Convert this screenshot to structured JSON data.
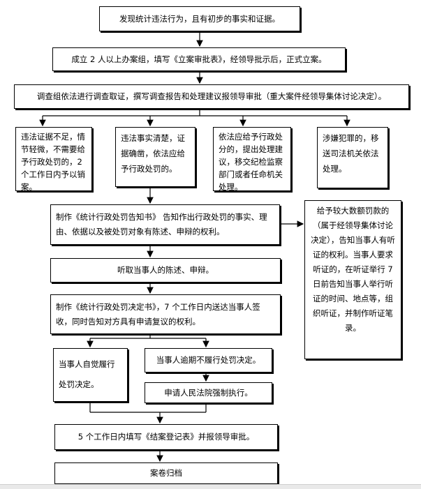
{
  "flowchart": {
    "steps": {
      "discover": "发现统计违法行为，且有初步的事实和证据。",
      "register": "成立 2 人以上办案组，填写《立案审批表》，经领导批示后，正式立案。",
      "investigate": "调查组依法进行调查取证，撰写调查报告和处理建议报领导审批（重大案件经领导集体讨论决定）。",
      "branch_cancel": "违法证据不足，情节轻微，不需要给予行政处罚的，2 个工作日内予以销案。",
      "branch_penalty": "违法事实清楚，证据确凿，依法应给予行政处罚的。",
      "branch_transfer": "依法应给予行政处分的，提出处理建议，移交纪检监察部门或者任命机关处理。",
      "branch_crime": "涉嫌犯罪的，移送司法机关依法处理。",
      "notice": "制作《统计行政处罚告知书》 告知作出行政处罚的事实、理由、依据以及被处罚对象有陈述、申辩的权利。",
      "hearing_note": "给予较大数额罚款的（属于经领导集体讨论决定），告知当事人有听证的权利。当事人要求听证的，在听证举行 7 日前告知当事人举行听证的时间、地点等，组织听证，并制作听证笔录。",
      "listen": "听取当事人的陈述、申辩。",
      "decision": "制作《统计行政处罚决定书》，7 个工作日内送达当事人签收，同时告知对方具有申请复议的权利。",
      "comply": "当事人自觉履行处罚决定。",
      "overdue": "当事人逾期不履行处罚决定。",
      "court": "申请人民法院强制执行。",
      "close_register": "5 个工作日内填写《结案登记表》并报领导审批。",
      "archive": "案卷归档"
    }
  }
}
